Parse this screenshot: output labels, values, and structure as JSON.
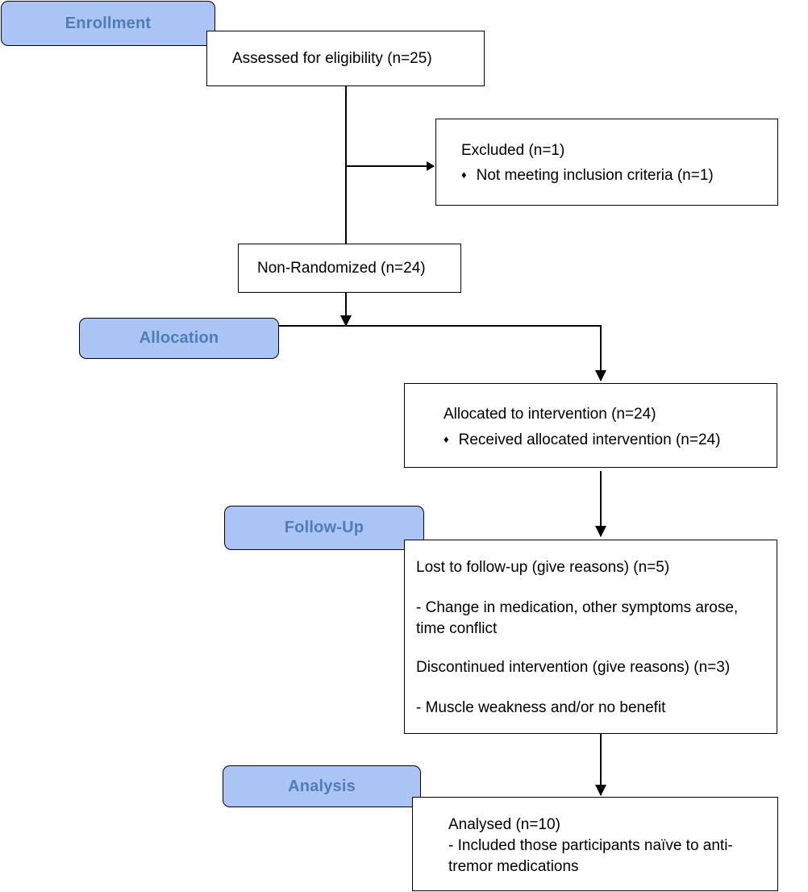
{
  "colors": {
    "stage_fill": "#a9c4f5",
    "stage_text": "#4f7eb3",
    "line": "#000000"
  },
  "stages": {
    "enrollment": "Enrollment",
    "allocation": "Allocation",
    "follow_up": "Follow-Up",
    "analysis": "Analysis"
  },
  "assessed": {
    "text": "Assessed for eligibility (n=25)"
  },
  "excluded": {
    "title": "Excluded  (n=1)",
    "bullet_icon": "diamond-bullet",
    "bullet_text": "Not meeting inclusion criteria (n=1)"
  },
  "non_randomized": {
    "text": "Non-Randomized (n=24)"
  },
  "allocated": {
    "title": "Allocated to intervention (n=24)",
    "bullet_icon": "diamond-bullet",
    "bullet_text": "Received allocated intervention (n=24)"
  },
  "follow_up_box": {
    "lost": "Lost to follow-up (give reasons) (n=5)",
    "lost_reason_line1": "- Change in medication, other symptoms arose,",
    "lost_reason_line2": "time conflict",
    "discontinued": "Discontinued intervention (give reasons) (n=3)",
    "discontinued_reason": "- Muscle weakness and/or no benefit"
  },
  "analysed": {
    "title": "Analysed  (n=10)",
    "line1": "- Included those participants naïve to anti-",
    "line2": "tremor medications"
  }
}
